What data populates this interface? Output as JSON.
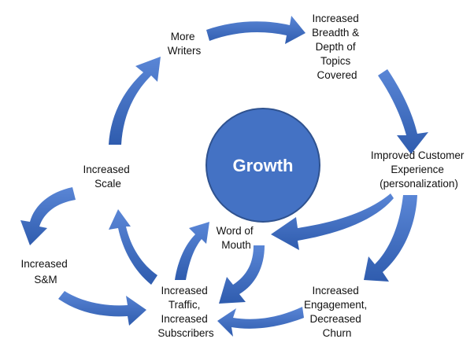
{
  "center": {
    "label": "Growth"
  },
  "nodes": {
    "more_writers": [
      "More",
      "Writers"
    ],
    "breadth_depth": [
      "Increased",
      "Breadth &",
      "Depth of",
      "Topics",
      "Covered"
    ],
    "customer_experience": [
      "Improved Customer",
      "Experience",
      "(personalization)"
    ],
    "engagement": [
      "Increased",
      "Engagement,",
      "Decreased",
      "Churn"
    ],
    "traffic": [
      "Increased",
      "Traffic,",
      "Increased",
      "Subscribers"
    ],
    "word_of_mouth": [
      "Word of",
      "Mouth"
    ],
    "scale": [
      "Increased",
      "Scale"
    ],
    "sm": [
      "Increased",
      "S&M"
    ]
  },
  "colors": {
    "arrow": "#3f6fc4",
    "arrow_dark": "#2f5cae",
    "circle": "#4472c4",
    "circle_stroke": "#2f528f",
    "center_text": "#ffffff",
    "label_text": "#111111"
  }
}
